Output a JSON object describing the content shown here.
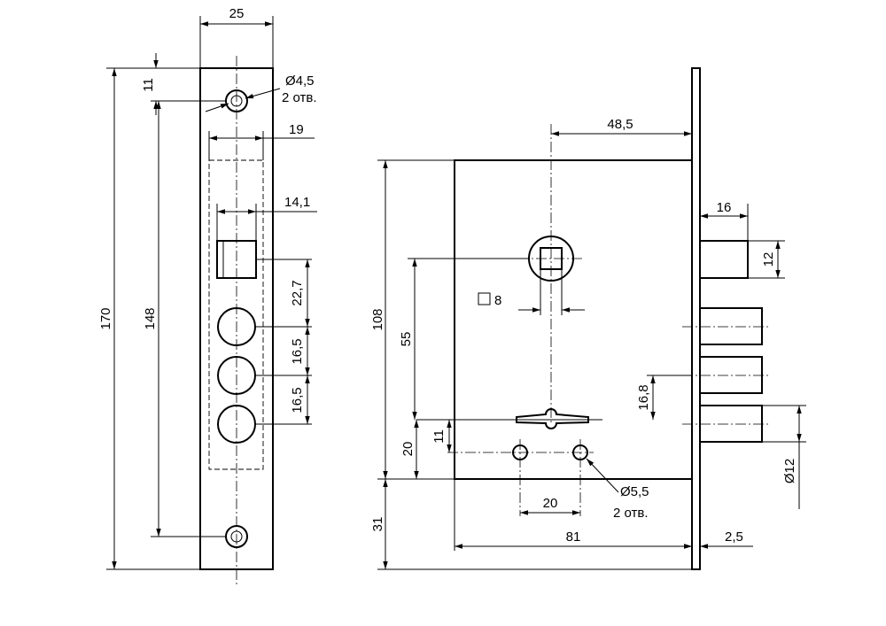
{
  "faceplate": {
    "width": "25",
    "hole_dia": "Ø4,5",
    "hole_note": "2 отв.",
    "top_offset": "11",
    "inner_width": "19",
    "bolt_width": "14,1",
    "spacing_1": "22,7",
    "spacing_2": "16,5",
    "spacing_3": "16,5",
    "height_total": "170",
    "hole_spacing": "148"
  },
  "body": {
    "spindle_offset": "48,5",
    "height": "108",
    "spindle_height": "55",
    "square": "8",
    "keyhole_offset": "20",
    "screw_offset": "11",
    "screw_dia": "Ø5,5",
    "screw_note": "2 отв.",
    "screw_spacing": "20",
    "lower_extension": "31",
    "depth": "81",
    "faceplate_thickness": "2,5",
    "latch_projection": "16",
    "latch_height": "12",
    "bolt_offset": "16,8",
    "bolt_dia": "Ø12"
  }
}
